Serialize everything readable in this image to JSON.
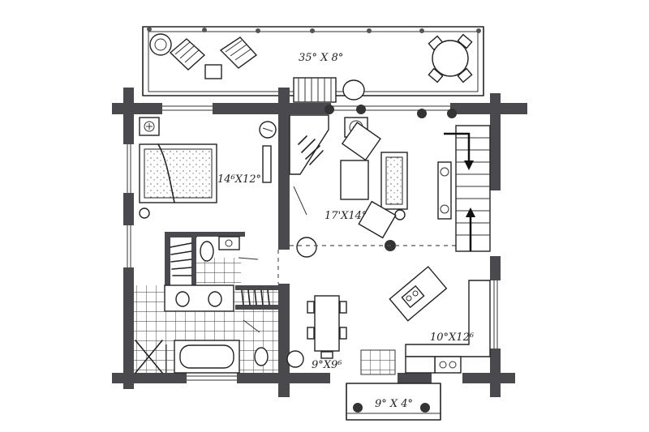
{
  "rooms": [
    {
      "id": "deck",
      "label": "35° X 8°"
    },
    {
      "id": "bedroom",
      "label": "14⁶X12°"
    },
    {
      "id": "living",
      "label": "17'X14°"
    },
    {
      "id": "kitchen",
      "label": "10°X12⁶"
    },
    {
      "id": "dining",
      "label": "9°X9⁶"
    },
    {
      "id": "porch",
      "label": "9° X 4°"
    }
  ],
  "colors": {
    "wall": "#4a4a4e",
    "ink": "#222222",
    "paper": "#ffffff"
  }
}
